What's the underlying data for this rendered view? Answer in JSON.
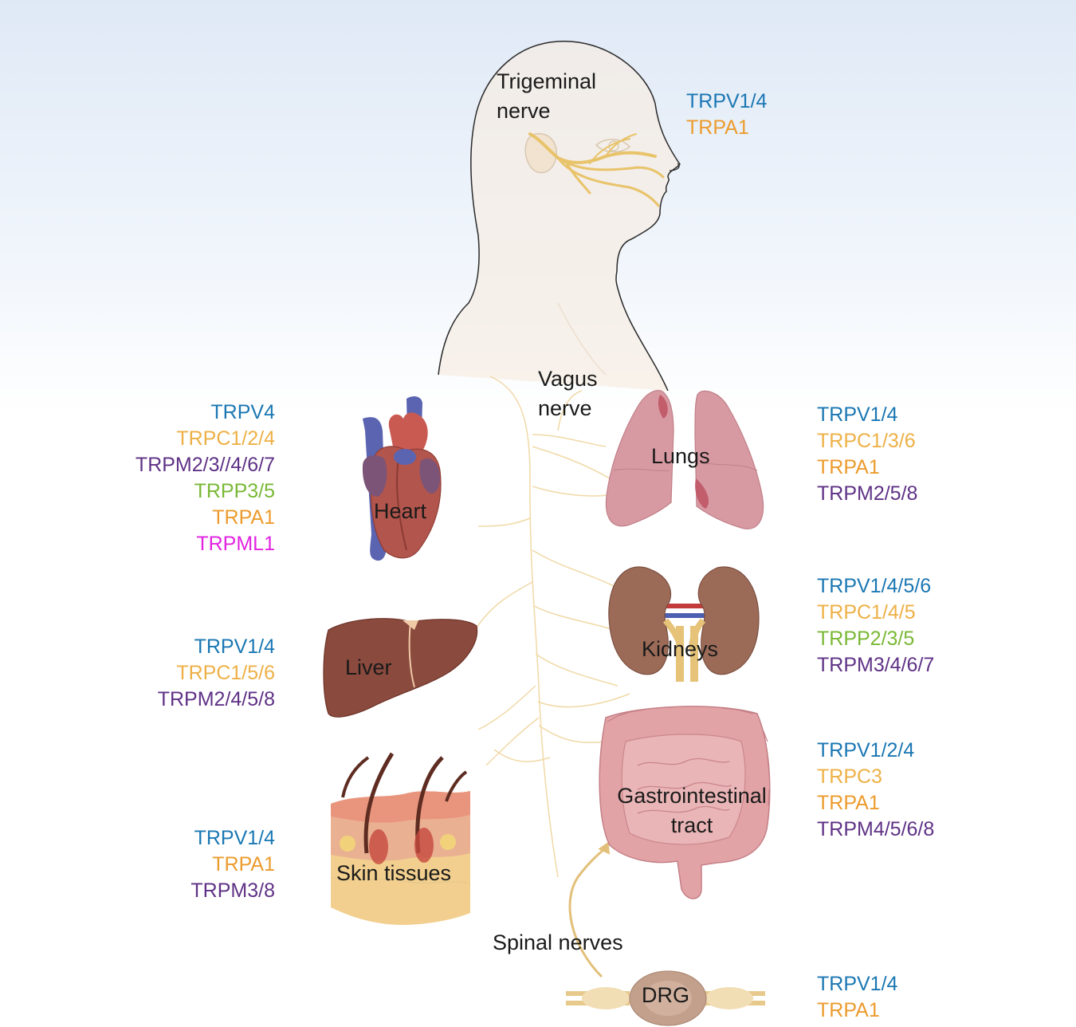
{
  "labels": {
    "trigeminal_1": "Trigeminal",
    "trigeminal_2": "nerve",
    "vagus_1": "Vagus",
    "vagus_2": "nerve",
    "heart": "Heart",
    "lungs": "Lungs",
    "liver": "Liver",
    "kidneys": "Kidneys",
    "skin": "Skin tissues",
    "gi_1": "Gastrointestinal",
    "gi_2": "tract",
    "spinal": "Spinal nerves",
    "drg": "DRG"
  },
  "channels": {
    "trigeminal": [
      "TRPV1/4",
      "TRPA1"
    ],
    "heart": [
      "TRPV4",
      "TRPC1/2/4",
      "TRPM2/3//4/6/7",
      "TRPP3/5",
      "TRPA1",
      "TRPML1"
    ],
    "lungs": [
      "TRPV1/4",
      "TRPC1/3/6",
      "TRPA1",
      "TRPM2/5/8"
    ],
    "liver": [
      "TRPV1/4",
      "TRPC1/5/6",
      "TRPM2/4/5/8"
    ],
    "kidneys": [
      "TRPV1/4/5/6",
      "TRPC1/4/5",
      "TRPP2/3/5",
      "TRPM3/4/6/7"
    ],
    "skin": [
      "TRPV1/4",
      "TRPA1",
      "TRPM3/8"
    ],
    "gi": [
      "TRPV1/2/4",
      "TRPC3",
      "TRPA1",
      "TRPM4/5/6/8"
    ],
    "drg": [
      "TRPV1/4",
      "TRPA1"
    ]
  },
  "colors": {
    "TRPV": "#1a77b3",
    "TRPC": "#eeb046",
    "TRPA": "#ec9b2d",
    "TRPM": "#5f3286",
    "TRPP": "#7ab836",
    "TRPML": "#e223e2",
    "nerve": "#e8c36a"
  }
}
